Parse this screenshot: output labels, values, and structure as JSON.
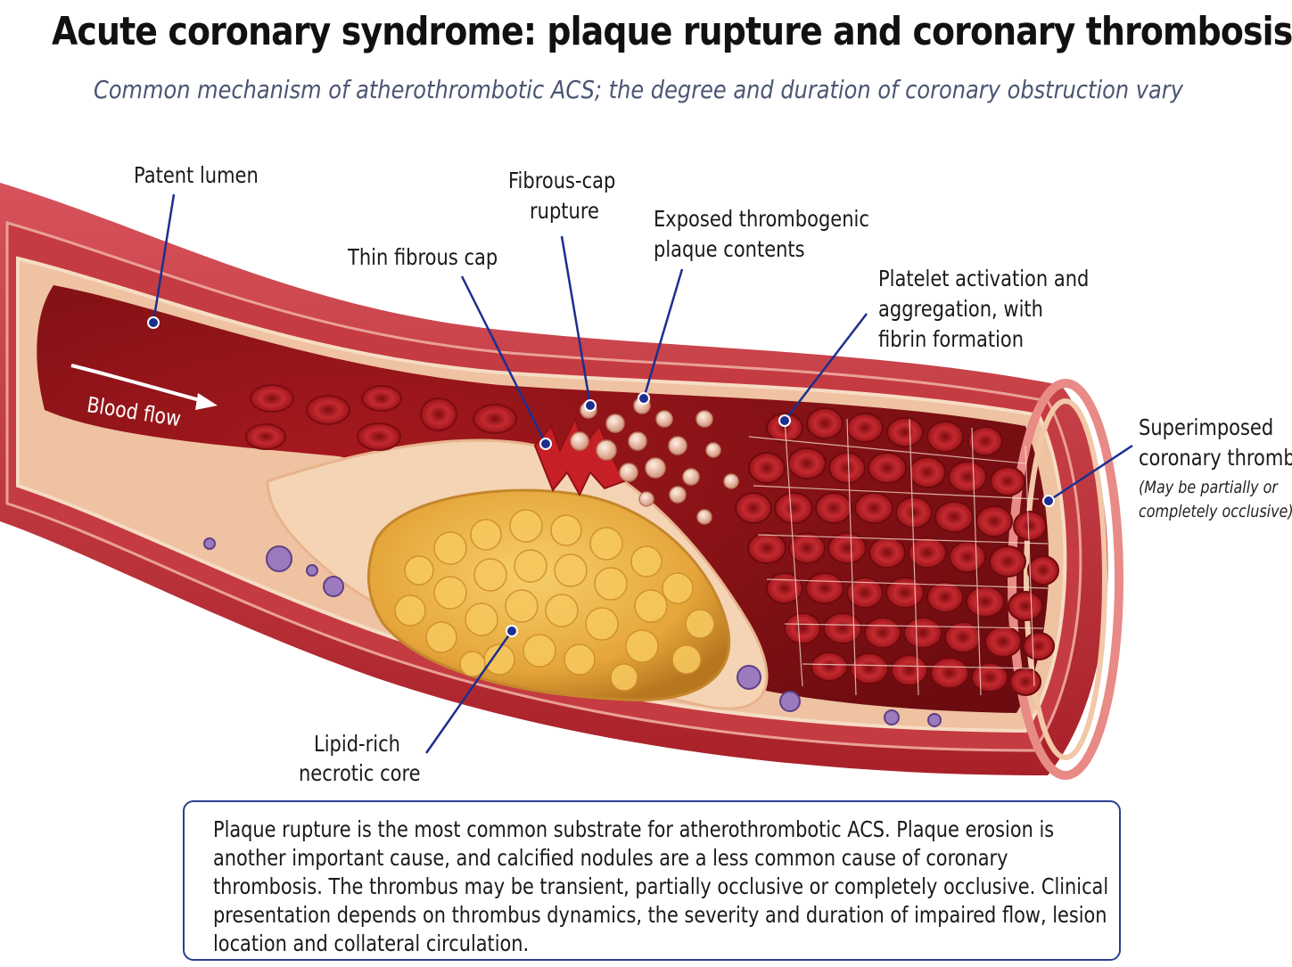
{
  "title": "Acute coronary syndrome: plaque rupture and coronary thrombosis",
  "subtitle": "Common mechanism of atherothrombotic ACS; the degree and duration of coronary obstruction vary",
  "labels": {
    "patent_lumen": "Patent lumen",
    "fibrous_cap_rupture_1": "Fibrous-cap",
    "fibrous_cap_rupture_2": "rupture",
    "thin_fibrous_cap": "Thin fibrous cap",
    "exposed_1": "Exposed thrombogenic",
    "exposed_2": "plaque contents",
    "platelet_1": "Platelet activation and",
    "platelet_2": "aggregation, with",
    "platelet_3": "fibrin formation",
    "thrombus_1": "Superimposed",
    "thrombus_2": "coronary thrombus",
    "thrombus_note_1": "(May be partially or",
    "thrombus_note_2": "completely occlusive)",
    "lipid_1": "Lipid-rich",
    "lipid_2": "necrotic core",
    "blood_flow": "Blood flow"
  },
  "caption": "Plaque rupture is the most common substrate for atherothrombotic ACS. Plaque erosion is another important cause, and calcified nodules are a less common cause of coronary thrombosis. The thrombus may be transient, partially occlusive or completely occlusive. Clinical presentation depends on thrombus dynamics, the severity and duration of impaired flow, lesion location and collateral circulation.",
  "colors": {
    "vessel_wall": "#c8323a",
    "lumen": "#8e1418",
    "intima": "#f0c9a8",
    "lipid_core": "#e5a53a",
    "red_cell": "#b81c22",
    "platelet": "#f1cfb4",
    "leader_line": "#1c2f8f",
    "caption_border": "#2b3f8f"
  }
}
